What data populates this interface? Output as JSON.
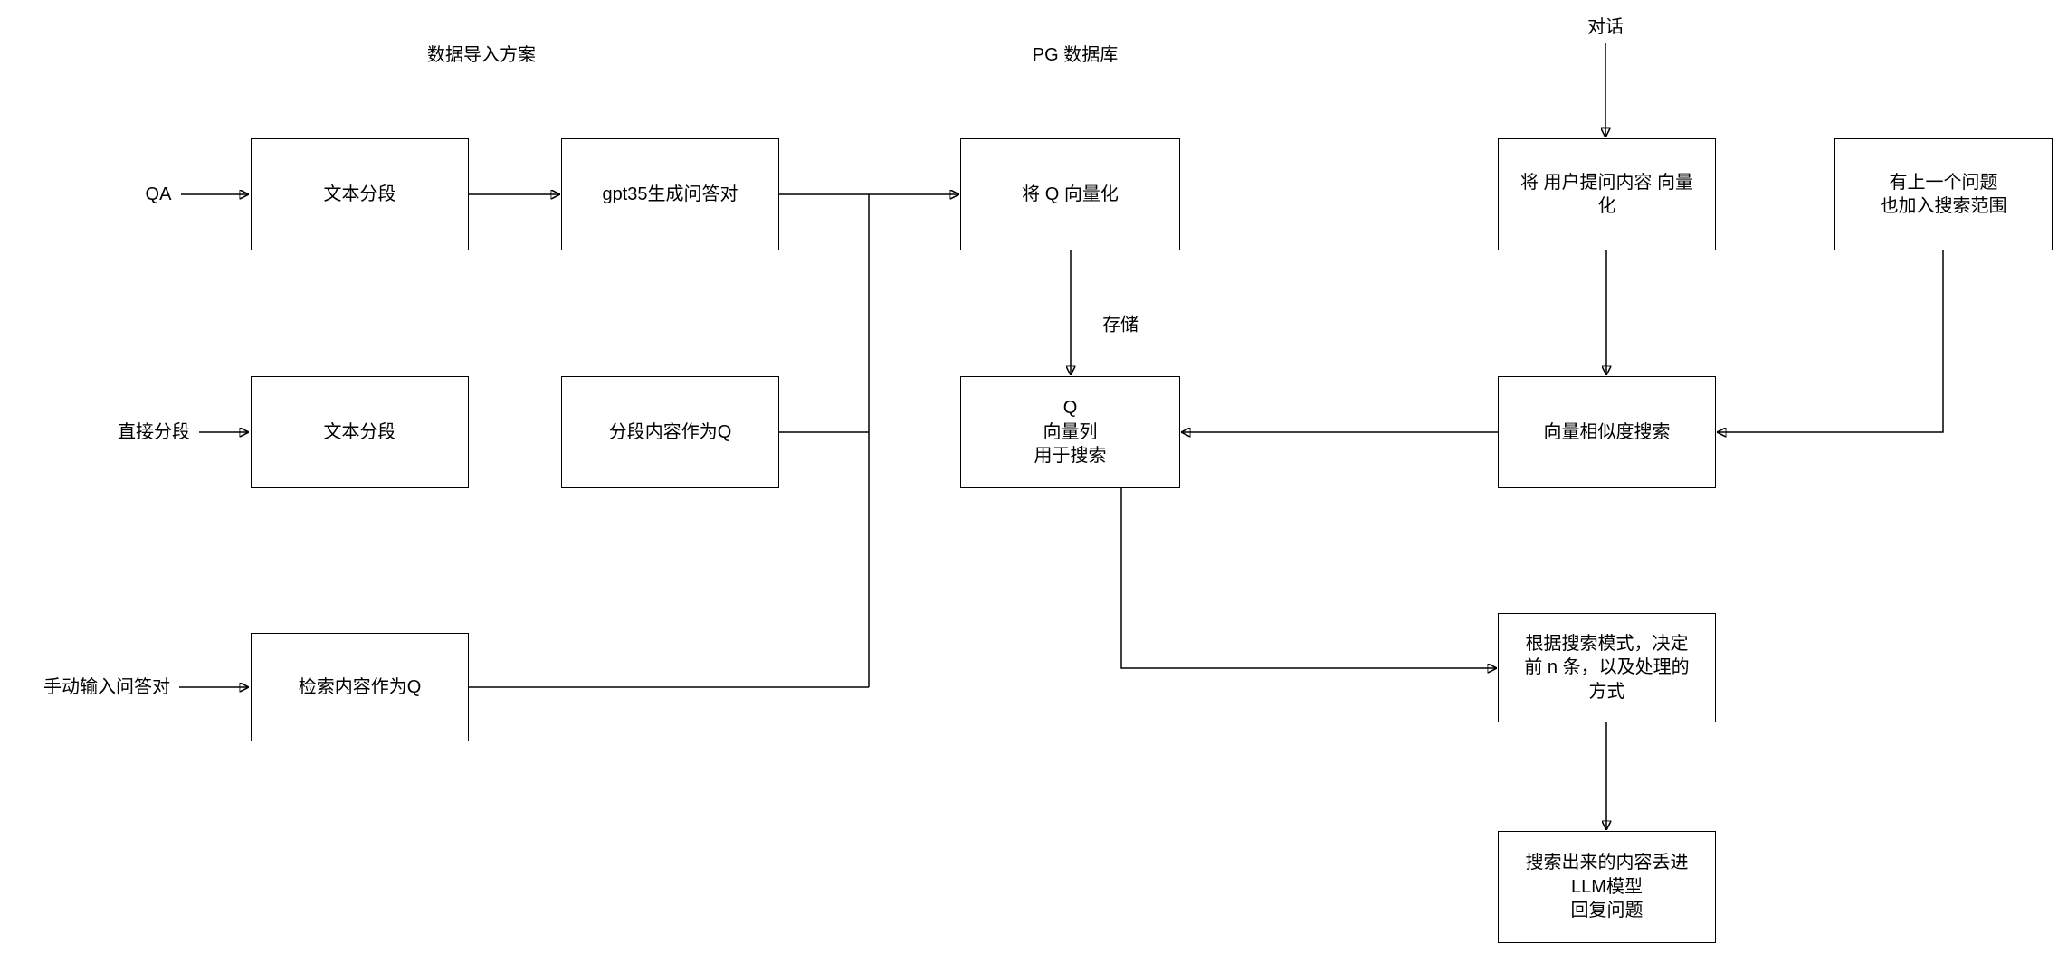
{
  "titles": {
    "data_import_plan": "数据导入方案",
    "pg_database": "PG 数据库",
    "dialog": "对话"
  },
  "source_labels": {
    "qa": "QA",
    "direct_segment": "直接分段",
    "manual_qa_input": "手动输入问答对"
  },
  "nodes": {
    "text_segment_1": "文本分段",
    "gpt35_generate_qa": "gpt35生成问答对",
    "vectorize_q": "将 Q 向量化",
    "vectorize_user_question": "将 用户提问内容 向量\n化",
    "previous_question": "有上一个问题\n也加入搜索范围",
    "text_segment_2": "文本分段",
    "segment_as_q": "分段内容作为Q",
    "q_vector_column": "Q\n向量列\n用于搜索",
    "vector_similarity_search": "向量相似度搜索",
    "retrieval_as_q": "检索内容作为Q",
    "search_mode_decision": "根据搜索模式，决定\n前 n 条，以及处理的\n方式",
    "send_to_llm": "搜索出来的内容丢进\nLLM模型\n回复问题"
  },
  "edge_labels": {
    "store": "存储"
  },
  "colors": {
    "line": "#000000",
    "box_border": "#000000",
    "box_fill": "#ffffff",
    "text": "#000000",
    "background": "#ffffff"
  }
}
